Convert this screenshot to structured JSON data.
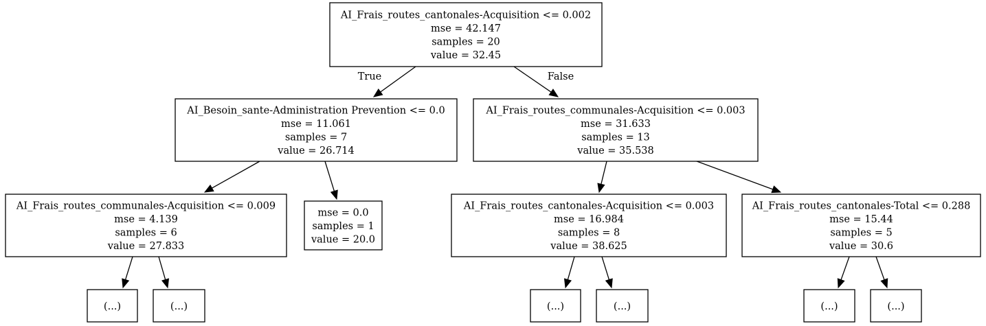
{
  "tree": {
    "nodes": [
      {
        "id": "root",
        "lines": [
          "AI_Frais_routes_cantonales-Acquisition <= 0.002",
          "mse = 42.147",
          "samples = 20",
          "value = 32.45"
        ]
      },
      {
        "id": "n1",
        "lines": [
          "AI_Besoin_sante-Administration Prevention <= 0.0",
          "mse = 11.061",
          "samples = 7",
          "value = 26.714"
        ]
      },
      {
        "id": "n2",
        "lines": [
          "AI_Frais_routes_communales-Acquisition <= 0.003",
          "mse = 31.633",
          "samples = 13",
          "value = 35.538"
        ]
      },
      {
        "id": "n3",
        "lines": [
          "AI_Frais_routes_communales-Acquisition <= 0.009",
          "mse = 4.139",
          "samples = 6",
          "value = 27.833"
        ]
      },
      {
        "id": "n4",
        "lines": [
          "mse = 0.0",
          "samples = 1",
          "value = 20.0"
        ]
      },
      {
        "id": "n5",
        "lines": [
          "AI_Frais_routes_cantonales-Acquisition <= 0.003",
          "mse = 16.984",
          "samples = 8",
          "value = 38.625"
        ]
      },
      {
        "id": "n6",
        "lines": [
          "AI_Frais_routes_cantonales-Total <= 0.288",
          "mse = 15.44",
          "samples = 5",
          "value = 30.6"
        ]
      },
      {
        "id": "t1",
        "lines": [
          "(...)"
        ]
      },
      {
        "id": "t2",
        "lines": [
          "(...)"
        ]
      },
      {
        "id": "t3",
        "lines": [
          "(...)"
        ]
      },
      {
        "id": "t4",
        "lines": [
          "(...)"
        ]
      },
      {
        "id": "t5",
        "lines": [
          "(...)"
        ]
      },
      {
        "id": "t6",
        "lines": [
          "(...)"
        ]
      }
    ],
    "edges": [
      {
        "from": "root",
        "to": "n1",
        "label": "True"
      },
      {
        "from": "root",
        "to": "n2",
        "label": "False"
      },
      {
        "from": "n1",
        "to": "n3",
        "label": ""
      },
      {
        "from": "n1",
        "to": "n4",
        "label": ""
      },
      {
        "from": "n2",
        "to": "n5",
        "label": ""
      },
      {
        "from": "n2",
        "to": "n6",
        "label": ""
      },
      {
        "from": "n3",
        "to": "t1",
        "label": ""
      },
      {
        "from": "n3",
        "to": "t2",
        "label": ""
      },
      {
        "from": "n5",
        "to": "t3",
        "label": ""
      },
      {
        "from": "n5",
        "to": "t4",
        "label": ""
      },
      {
        "from": "n6",
        "to": "t5",
        "label": ""
      },
      {
        "from": "n6",
        "to": "t6",
        "label": ""
      }
    ]
  }
}
